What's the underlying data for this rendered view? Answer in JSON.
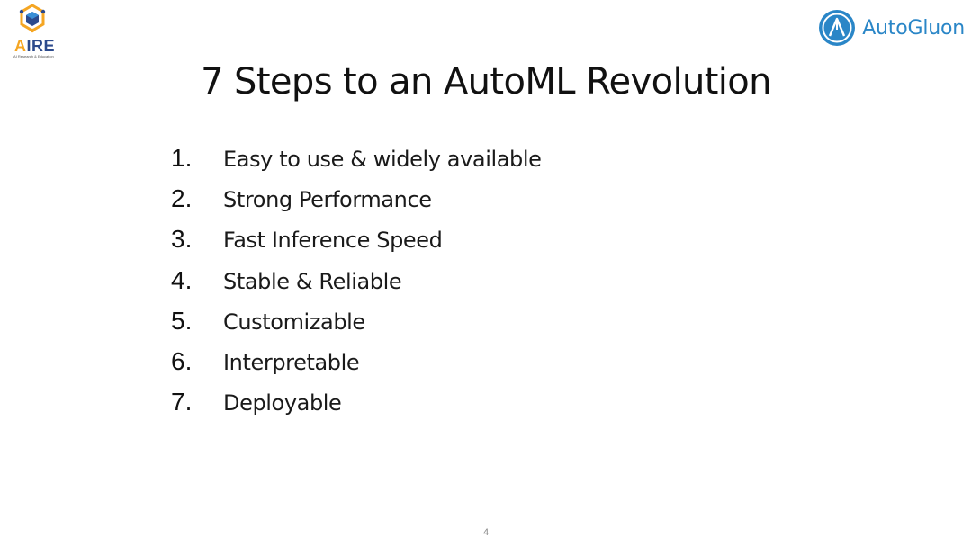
{
  "logos": {
    "aire": {
      "letter_a": "A",
      "letters_rest": "IRE",
      "tagline": "AI Research & Education",
      "icon": "cube-network-icon",
      "colors": {
        "orange": "#f5a623",
        "navy": "#2c4a8c",
        "blue": "#3a8fd6"
      }
    },
    "autogluon": {
      "name": "AutoGluon",
      "icon": "autogluon-circle-icon",
      "color": "#2a86c7"
    }
  },
  "slide": {
    "title": "7 Steps to an AutoML Revolution",
    "steps": [
      {
        "number": "1.",
        "text": "Easy to use & widely available"
      },
      {
        "number": "2.",
        "text": "Strong Performance"
      },
      {
        "number": "3.",
        "text": "Fast Inference Speed"
      },
      {
        "number": "4.",
        "text": "Stable & Reliable"
      },
      {
        "number": "5.",
        "text": "Customizable"
      },
      {
        "number": "6.",
        "text": "Interpretable"
      },
      {
        "number": "7.",
        "text": "Deployable"
      }
    ],
    "page_number": "4"
  }
}
